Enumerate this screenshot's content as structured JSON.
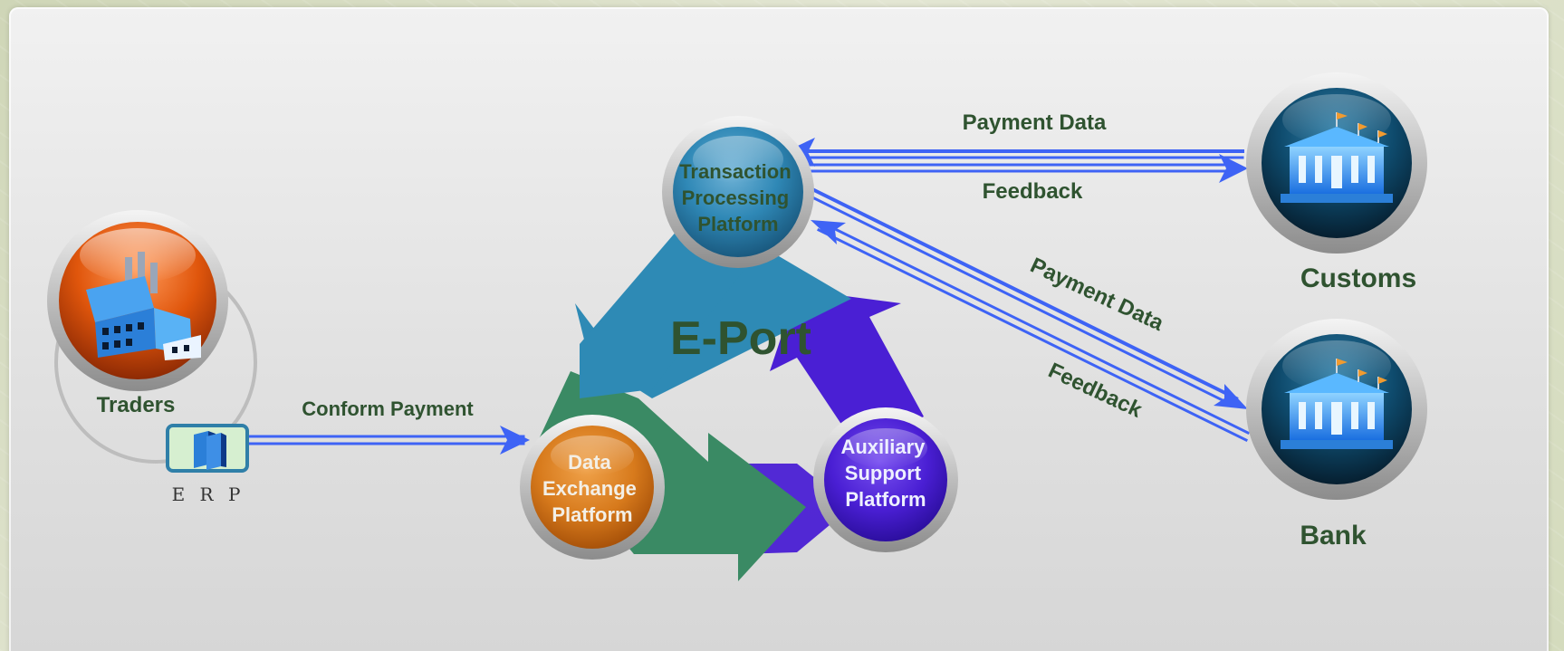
{
  "hub": {
    "title": "E-Port"
  },
  "platforms": {
    "transaction": [
      "Transaction",
      "Processing",
      "Platform"
    ],
    "data_exchange": [
      "Data",
      "Exchange",
      "Platform"
    ],
    "auxiliary": [
      "Auxiliary",
      "Support",
      "Platform"
    ]
  },
  "entities": {
    "traders": "Traders",
    "erp": "E R P",
    "customs": "Customs",
    "bank": "Bank"
  },
  "flows": {
    "conform_payment": "Conform Payment",
    "customs_payment": "Payment Data",
    "customs_feedback": "Feedback",
    "bank_payment": "Payment Data",
    "bank_feedback": "Feedback"
  },
  "colors": {
    "arrow_blue": "#3e63f5",
    "cycle_teal": "#2e8ab5",
    "cycle_green": "#3a8a64",
    "cycle_purple": "#4a1fd4",
    "label_green": "#2f5330",
    "traders_orange": "#d9520e",
    "platform_orange": "#d77a1c",
    "institution_navy": "#0b3a55"
  },
  "icons": [
    "factory-icon",
    "server-icon",
    "building-icon"
  ]
}
